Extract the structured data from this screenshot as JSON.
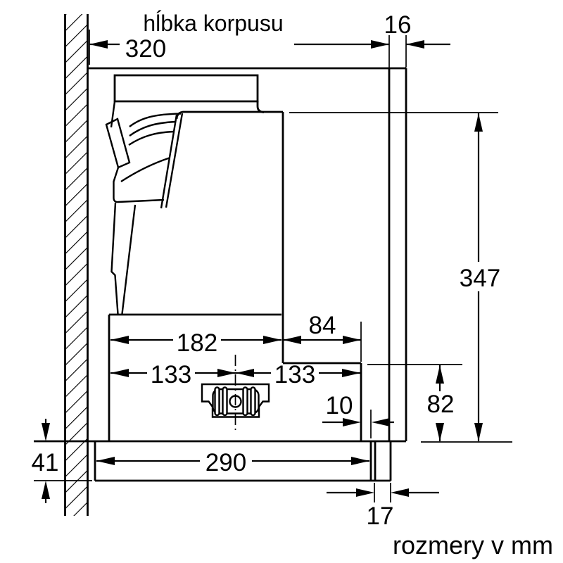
{
  "diagram": {
    "kind": "appliance-installation-dimension-drawing",
    "background_color": "#ffffff",
    "line_color": "#000000",
    "labels": {
      "top_caption": "hĺbka korpusu",
      "units_caption": "rozmery v mm"
    },
    "dimensions": {
      "cabinet_depth": "320",
      "front_panel_thickness": "16",
      "total_height": "347",
      "body_depth": "182",
      "rear_clearance": "84",
      "center_offset_left": "133",
      "center_offset_right": "133",
      "rear_height": "82",
      "front_overhang": "10",
      "visor_depth": "290",
      "visor_height": "41",
      "handle_strip_width": "17"
    }
  }
}
